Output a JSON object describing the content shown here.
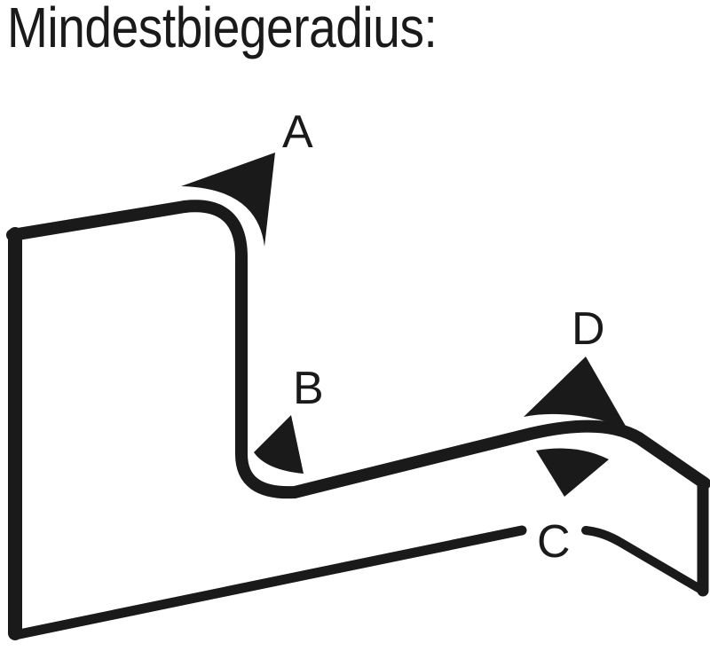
{
  "title": "Mindestbiegeradius:",
  "labels": {
    "a": "A",
    "b": "B",
    "c": "C",
    "d": "D"
  },
  "colors": {
    "stroke": "#1a1a1a",
    "background": "#ffffff"
  }
}
